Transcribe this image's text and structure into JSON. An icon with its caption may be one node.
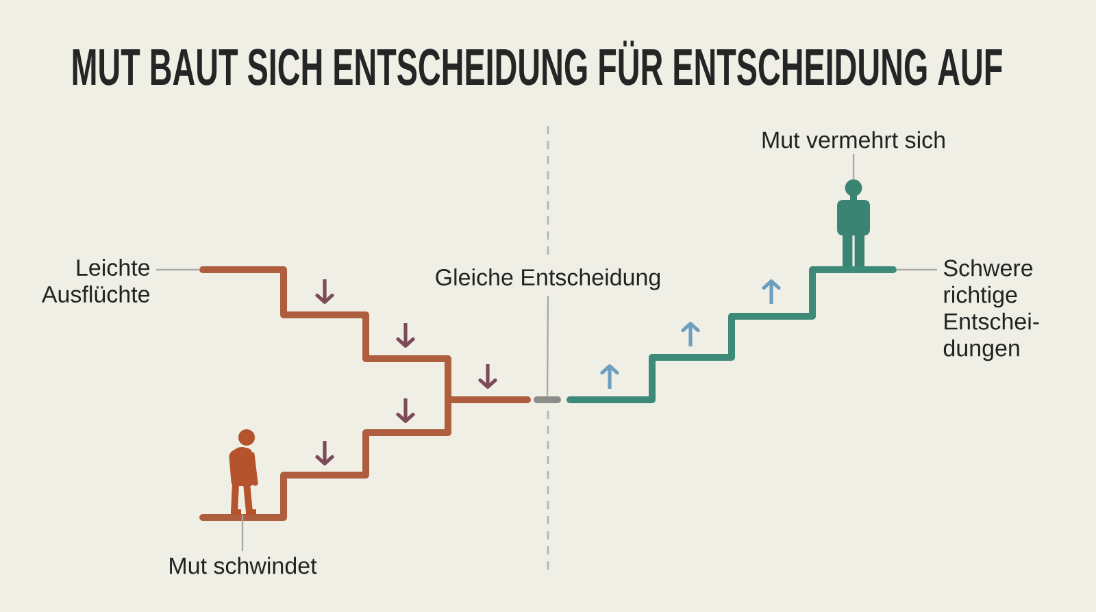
{
  "diagram": {
    "title": "MUT BAUT SICH ENTSCHEIDUNG FÜR ENTSCHEIDUNG AUF",
    "nodes": [
      {
        "text": [
          "Mut vermehrt sich"
        ]
      },
      {
        "text": [],
        "shape": "person"
      },
      {
        "text": [
          "Leichte Ausflüchte"
        ]
      },
      {
        "text": [],
        "shape": "stairs"
      },
      {
        "text": [
          "Gleiche Entscheidung"
        ]
      },
      {
        "text": [],
        "shape": "bar"
      },
      {
        "text": [],
        "shape": "stairs"
      },
      {
        "text": [
          "Schwere richtige Entschei- dungen"
        ]
      },
      {
        "text": [],
        "shape": "person",
        "in": 3
      },
      {
        "text": [
          "Mut schwindet"
        ]
      }
    ],
    "edges": [
      {
        "from": 0,
        "to": 1,
        "arrow": "none"
      },
      {
        "from": 2,
        "to": 3,
        "arrow": "none"
      },
      {
        "from": 4,
        "to": 5,
        "arrow": "none"
      },
      {
        "from": 7,
        "to": 6,
        "arrow": "none"
      },
      {
        "from": 9,
        "to": 8,
        "arrow": "none"
      }
    ]
  }
}
